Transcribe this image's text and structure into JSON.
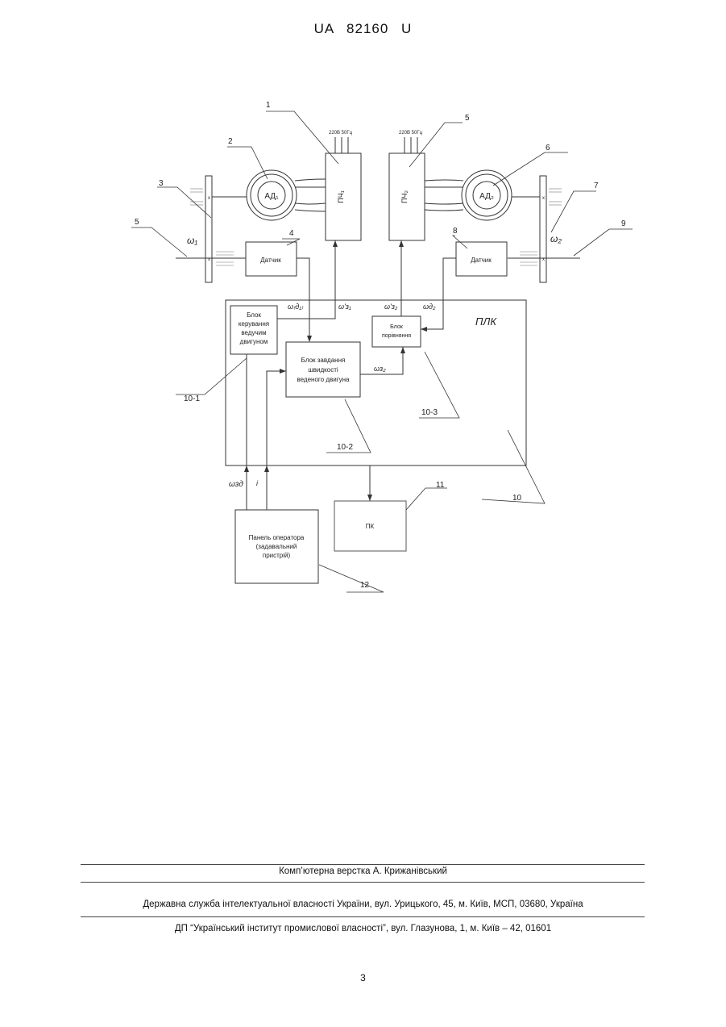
{
  "header": {
    "patent_id": "UA   82160   U"
  },
  "diagram": {
    "supply": {
      "left": "220В 50Гц",
      "right": "220В 50Гц"
    },
    "blocks": {
      "motor1": "АД₁",
      "motor2": "АД₂",
      "inverter1": "ПЧ₁",
      "inverter2": "ПЧ₂",
      "sensor1": "Датчик",
      "sensor2": "Датчик",
      "plc": "ПЛК",
      "block_10_1": [
        "Блок",
        "керування",
        "ведучим",
        "двигуном"
      ],
      "block_10_2": [
        "Блок завдання",
        "швидкості",
        "веденого двигуна"
      ],
      "block_10_3": [
        "Блок",
        "порівняння"
      ],
      "pc": "ПК",
      "operator_panel": [
        "Панель оператора",
        "(задавальний",
        "пристрій)"
      ]
    },
    "signals": {
      "w1": "ω₁",
      "w2": "ω₂",
      "w_d1": "ω₍д₁₎",
      "w_z1": "ω'з₁",
      "w_z2": "ω'з₂",
      "w_d2": "ωд₂",
      "w_z2b": "ωз₂",
      "w_zd": "ωзд",
      "i": "i"
    },
    "callouts": [
      "1",
      "2",
      "3",
      "4",
      "5",
      "5",
      "6",
      "7",
      "8",
      "9",
      "10-1",
      "10-2",
      "10-3",
      "10",
      "11",
      "12"
    ]
  },
  "footer": {
    "credit": "Комп’ютерна верстка А. Крижанівський",
    "agency": "Державна служба інтелектуальної власності України, вул. Урицького, 45, м. Київ, МСП, 03680, Україна",
    "institute": "ДП “Український інститут промислової власності”, вул. Глазунова, 1, м. Київ – 42, 01601",
    "page_number": "3"
  }
}
